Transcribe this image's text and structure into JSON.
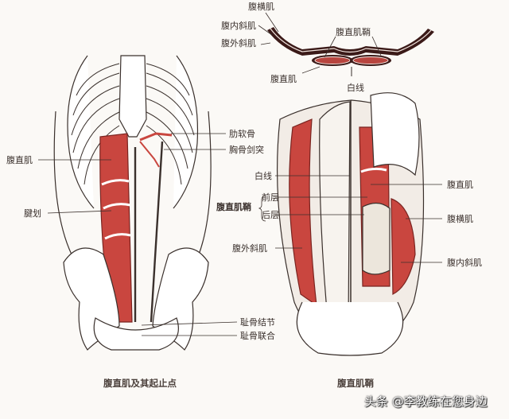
{
  "cross_section": {
    "labels": {
      "transversus": "腹横肌",
      "internal_oblique": "腹内斜肌",
      "external_oblique": "腹外斜肌",
      "rectus_sheath": "腹直肌鞘",
      "rectus": "腹直肌",
      "linea_alba": "白线"
    }
  },
  "left_figure": {
    "caption": "腹直肌及其起止点",
    "labels": {
      "rectus": "腹直肌",
      "tendinous_intersection": "腱划",
      "costal_cartilage": "肋软骨",
      "xiphoid": "胸骨剑突",
      "pubic_tubercle": "耻骨结节",
      "pubic_symphysis": "耻骨联合"
    }
  },
  "right_figure": {
    "caption": "腹直肌鞘",
    "labels": {
      "linea_alba": "白线",
      "sheath": "腹直肌鞘",
      "anterior_layer": "前层",
      "posterior_layer": "后层",
      "external_oblique": "腹外斜肌",
      "rectus": "腹直肌",
      "transversus": "腹横肌",
      "internal_oblique": "腹内斜肌"
    }
  },
  "watermark": "头条 @李教练在您身边",
  "colors": {
    "muscle": "#c9463f",
    "muscle_dark": "#7a2420",
    "line": "#3a302c"
  }
}
